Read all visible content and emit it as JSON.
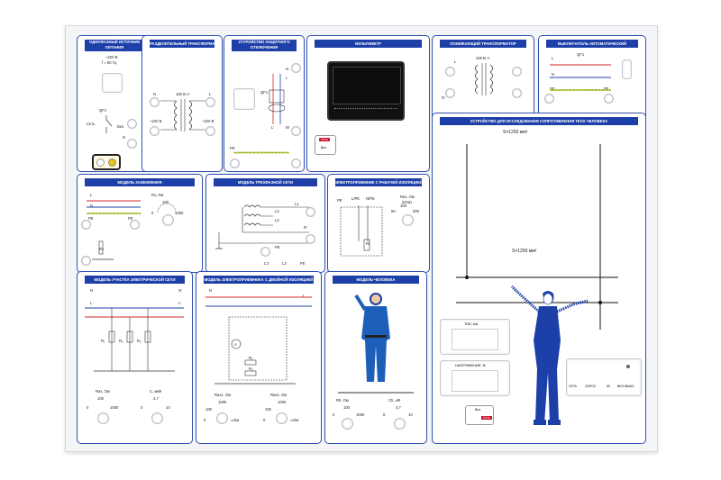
{
  "colors": {
    "panel_title": "#1d3fa8",
    "phase_red": "#d0262a",
    "phase_blue": "#1d3fa8",
    "earth_green": "#6cae3c",
    "earth_yellow": "#e6c81a",
    "button_red": "#c8102e"
  },
  "p1": {
    "title": "ОДНОФАЗНЫЙ ИСТОЧНИК ПИТАНИЯ",
    "v1": "~220 В",
    "v2": "f = 50 Гц",
    "qf": "QF1",
    "seti": "Сеть",
    "vkl": "Вкл.",
    "n": "N"
  },
  "p2": {
    "title": "РАЗДЕЛИТЕЛЬНЫЙ ТРАНСФОРМАТОР",
    "ratio": "100 В·А",
    "n": "N",
    "l": "L",
    "v1": "~220 В",
    "v2": "~220 В"
  },
  "p3": {
    "title": "УСТРОЙСТВО ЗАЩИТНОГО ОТКЛЮЧЕНИЯ",
    "n": "N",
    "l": "L",
    "qf": "QF1",
    "pe": "PE",
    "l2": "L'",
    "w": "W"
  },
  "p4": {
    "title": "МУЛЬТИМЕТР",
    "btn_red": "Сеть",
    "btn_vkl": "Вкл."
  },
  "p5": {
    "title": "ПОНИЖАЮЩИЙ ТРАНСФОРМАТОР",
    "ratio": "100 В·А",
    "l": "L",
    "n": "N'"
  },
  "p6": {
    "title": "ВЫКЛЮЧАТЕЛЬ АВТОМАТИЧЕСКИЙ",
    "qf": "QF1",
    "l": "L",
    "n": "N",
    "pe": "PE"
  },
  "p7": {
    "title": "УСТРОЙСТВО ДЛЯ ИССЛЕДОВАНИЯ СОПРОТИВЛЕНИЯ ТЕЛА ЧЕЛОВЕКА",
    "s1": "S=1250 мм²",
    "s2": "S=1250 мм²",
    "tok": "ТОК, мА",
    "napr": "НАПРЯЖЕНИЕ, В",
    "vkl": "Вкл.",
    "red": "Сеть",
    "lbl_seti": "СЕТЬ",
    "lbl_sbros": "СБРОС",
    "lbl_50": "50",
    "lbl_vkl": "ВКЛ./ВЫКЛ."
  },
  "p8": {
    "title": "МОДЕЛЬ ЗАЗЕМЛЕНИЯ",
    "l": "L",
    "n": "N",
    "pe": "PE",
    "r_label": "Rз, Ом",
    "ticks": [
      "0",
      "100",
      "1000"
    ],
    "rz": "Rз"
  },
  "p9": {
    "title": "МОДЕЛЬ ТРЕХФАЗНОЙ СЕТИ",
    "l1": "L1",
    "l2": "L2",
    "l3": "L3",
    "n": "N'",
    "pe": "PE",
    "b1": "L'2",
    "b2": "L3",
    "b3": "PE"
  },
  "p10": {
    "title": "ЭЛЕКТРОПРИЕМНИК С РАБОЧЕЙ ИЗОЛЯЦИЕЙ",
    "pe": "PE",
    "lpe": "L/PE",
    "npe": "N/PE",
    "r_label": "Rиз, Ом",
    "sub": "(кОм)",
    "ticks": [
      "50",
      "100",
      "300"
    ],
    "ri": "Ri"
  },
  "p11": {
    "title": "МОДЕЛЬ УЧАСТКА ЭЛЕКТРИЧЕСКОЙ СЕТИ",
    "n": "N",
    "l": "L",
    "n2": "N'",
    "l2": "L'",
    "r1": "R₁",
    "r2": "R₂",
    "r3": "R₃",
    "r_label": "Rиз, Ом",
    "c_label": "C, мкФ",
    "r_ticks": [
      "0",
      "100",
      "1000"
    ],
    "c_ticks": [
      "0",
      "4,7",
      "10"
    ]
  },
  "p12": {
    "title": "МОДЕЛЬ ЭЛЕКТРОПРИЕМНИКА С ДВОЙНОЙ ИЗОЛЯЦИЕЙ",
    "n": "N",
    "l": "L",
    "a": "A",
    "r1": "R₁",
    "r2": "R₂",
    "rl1": "Rиз1, Ом",
    "rl2": "Rиз2, Ом",
    "t1": [
      "100",
      "1000",
      "0",
      "∞Ом"
    ],
    "t2": [
      "100",
      "1000",
      "0",
      "∞Ом"
    ]
  },
  "p13": {
    "title": "МОДЕЛЬ ЧЕЛОВЕКА",
    "rh": "Rh, Ом",
    "ch": "Ch, нФ",
    "t1": [
      "0",
      "100",
      "1000"
    ],
    "t2": [
      "0",
      "4,7",
      "10"
    ]
  }
}
